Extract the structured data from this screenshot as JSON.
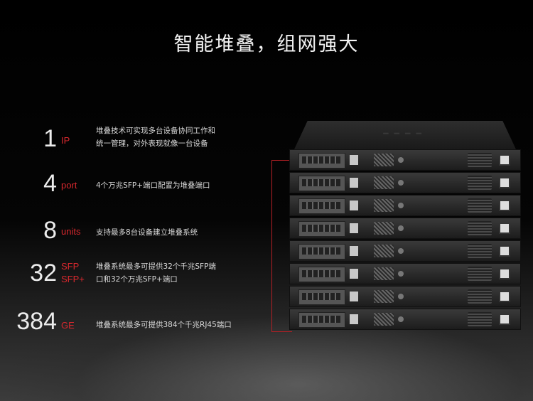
{
  "headline": "智能堆叠，组网强大",
  "stats": [
    {
      "number": "1",
      "unit": "IP",
      "description": [
        "堆叠技术可实现多台设备协同工作和",
        "统一管理，对外表现就像一台设备"
      ]
    },
    {
      "number": "4",
      "unit": "port",
      "description": [
        "4个万兆SFP+端口配置为堆叠端口"
      ]
    },
    {
      "number": "8",
      "unit": "units",
      "description": [
        "支持最多8台设备建立堆叠系统"
      ]
    },
    {
      "number": "32",
      "unit_lines": [
        "SFP",
        "SFP+"
      ],
      "description": [
        "堆叠系统最多可提供32个千兆SFP端",
        "口和32个万兆SFP+端口"
      ]
    },
    {
      "number": "384",
      "unit": "GE",
      "description": [
        "堆叠系统最多可提供384个千兆RJ45端口"
      ]
    }
  ],
  "accent_color": "#d8282e",
  "image": {
    "subject": "stack-of-8-switches"
  }
}
